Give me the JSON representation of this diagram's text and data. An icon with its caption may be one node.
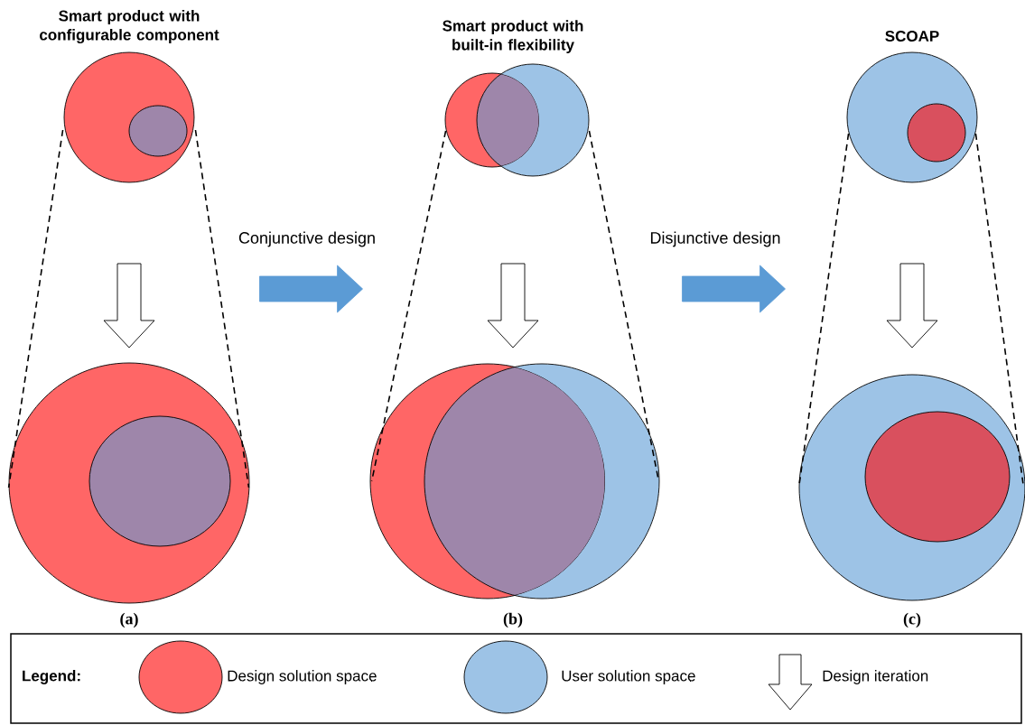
{
  "diagram": {
    "nodes": [
      {
        "text": [
          "Smart product with configurable component"
        ]
      },
      {
        "text": [],
        "shape": "circle",
        "in": 0
      },
      {
        "text": [],
        "shape": "circle"
      },
      {
        "text": [],
        "shape": "circle",
        "in": 2
      },
      {
        "text": [
          "Smart product with built-in flexibility"
        ]
      },
      {
        "text": [],
        "shape": "circle"
      },
      {
        "text": [],
        "shape": "circle"
      },
      {
        "text": [],
        "shape": "circle"
      },
      {
        "text": [
          "SCOAP"
        ]
      },
      {
        "text": [],
        "shape": "circle",
        "in": 8
      },
      {
        "text": [],
        "shape": "circle"
      },
      {
        "text": [],
        "shape": "circle",
        "in": 10
      }
    ],
    "edges": [
      {
        "from": 0,
        "to": 2,
        "arrow": "none",
        "style": "dashed"
      },
      {
        "from": 0,
        "to": 2,
        "arrow": "none",
        "style": "dashed"
      },
      {
        "from": 2,
        "to": 6,
        "arrow": "to",
        "label": "Conjunctive design",
        "color": "#5b9bd5"
      },
      {
        "from": 4,
        "to": 6,
        "arrow": "none",
        "style": "dashed"
      },
      {
        "from": 5,
        "to": 7,
        "arrow": "none",
        "style": "dashed"
      },
      {
        "from": 7,
        "to": 10,
        "arrow": "to",
        "label": "Disjunctive design",
        "color": "#5b9bd5"
      },
      {
        "from": 8,
        "to": 10,
        "arrow": "none",
        "style": "dashed"
      },
      {
        "from": 8,
        "to": 10,
        "arrow": "none",
        "style": "dashed"
      }
    ],
    "labels": [
      "(a)",
      "(b)",
      "(c)",
      "Legend:"
    ],
    "legend": [
      {
        "text": "Design solution space",
        "color": "#ff6666"
      },
      {
        "text": "User solution space",
        "color": "#9dc3e6"
      },
      {
        "text": "Design iteration"
      }
    ]
  }
}
